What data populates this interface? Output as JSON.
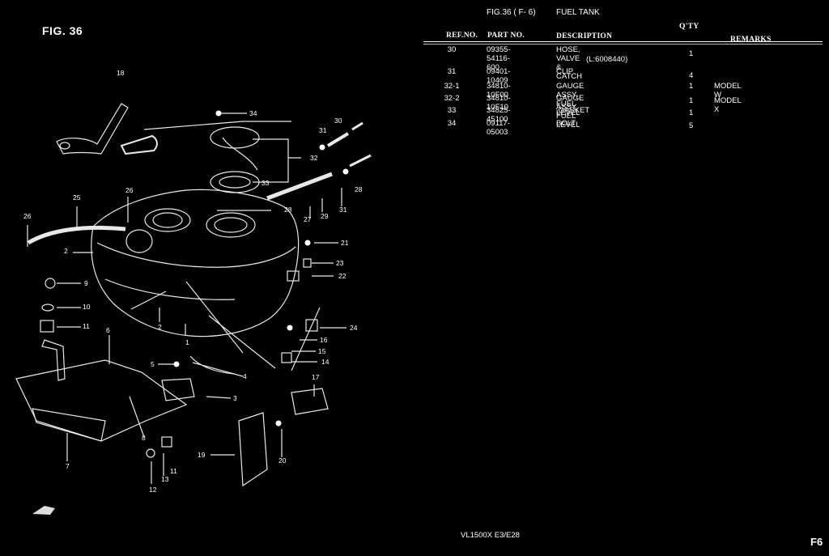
{
  "figure_label": "FIG. 36",
  "header": {
    "fig_ref": "FIG.36 ( F- 6)",
    "title": "FUEL TANK"
  },
  "columns": {
    "ref": "REF.NO.",
    "part": "PART NO.",
    "desc": "DESCRIPTION",
    "qty": "Q'TY",
    "remarks": "REMARKS"
  },
  "parts": [
    {
      "ref": "30",
      "part": "09355-54116-600",
      "desc": "HOSE, VALVE & CATCH",
      "desc2": "(L:6008440)",
      "qty": "1",
      "remarks": ""
    },
    {
      "ref": "31",
      "part": "09401-10409",
      "desc": "CLIP",
      "desc2": "",
      "qty": "4",
      "remarks": ""
    },
    {
      "ref": "32-1",
      "part": "34810-10F00",
      "desc": "GAUGE ASSY, FUEL LEVEL",
      "desc2": "",
      "qty": "1",
      "remarks": "MODEL W"
    },
    {
      "ref": "32-2",
      "part": "34810-10F10",
      "desc": "GAUGE ASSY, FUEL LEVEL",
      "desc2": "",
      "qty": "1",
      "remarks": "MODEL X"
    },
    {
      "ref": "33",
      "part": "34825-45100",
      "desc": ".GASKET",
      "desc2": "",
      "qty": "1",
      "remarks": ""
    },
    {
      "ref": "34",
      "part": "09117-05003",
      "desc": "BOLT",
      "desc2": "",
      "qty": "5",
      "remarks": ""
    }
  ],
  "diagram_callouts": [
    "1",
    "2",
    "2",
    "3",
    "4",
    "5",
    "6",
    "7",
    "8",
    "9",
    "10",
    "11",
    "11",
    "12",
    "13",
    "14",
    "15",
    "16",
    "17",
    "18",
    "19",
    "20",
    "21",
    "22",
    "23",
    "24",
    "25",
    "26",
    "26",
    "27",
    "28",
    "28",
    "29",
    "30",
    "31",
    "31",
    "32",
    "33",
    "34"
  ],
  "footer": {
    "model": "VL1500X  E3/E28",
    "page": "F6"
  }
}
